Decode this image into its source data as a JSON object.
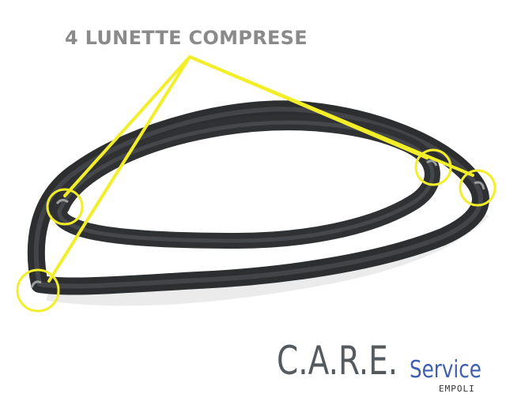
{
  "headline": "4 LUNETTE COMPRESE",
  "logo": {
    "main": "C.A.R.E.",
    "service": "Service",
    "location": "EMPOLI"
  },
  "colors": {
    "headline": "#8a8a8a",
    "callout": "#f2ee2a",
    "gasket": "#3a3c3e",
    "logo_main": "#555a5e",
    "logo_service": "#3f5fb0"
  }
}
